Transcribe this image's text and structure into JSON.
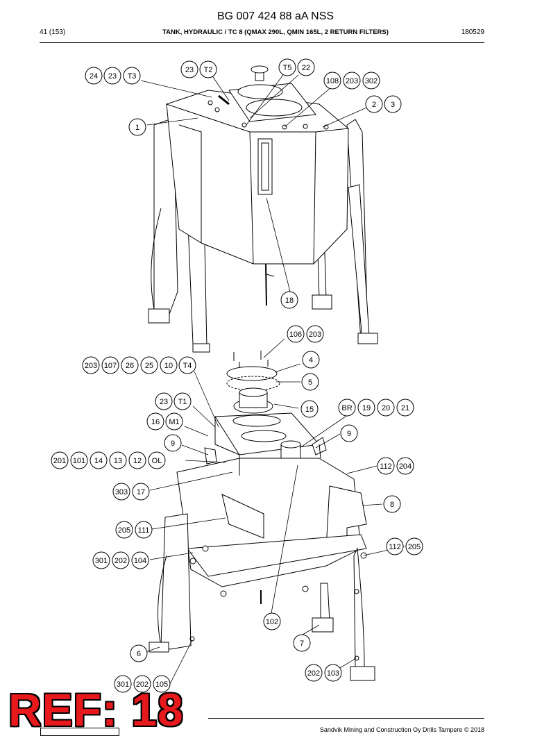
{
  "header": {
    "title": "BG 007 424 88 aA NSS",
    "page": "41 (153)",
    "description": "TANK, HYDRAULIC / TC 8 (QMAX 290L, QMIN 165L, 2 RETURN FILTERS)",
    "date": "180529"
  },
  "footer": {
    "copyright": "Sandvik Mining and Construction Oy Drills Tampere © 2018"
  },
  "stamp": "REF: 18",
  "callouts": {
    "c_24": "24",
    "c_23a": "23",
    "c_T3": "T3",
    "c_23b": "23",
    "c_T2": "T2",
    "c_T5": "T5",
    "c_22": "22",
    "c_108": "108",
    "c_203a": "203",
    "c_302": "302",
    "c_2": "2",
    "c_3": "3",
    "c_1": "1",
    "c_18": "18",
    "c_106": "106",
    "c_203b": "203",
    "c_4": "4",
    "c_5": "5",
    "c_203c": "203",
    "c_107": "107",
    "c_26": "26",
    "c_25": "25",
    "c_10": "10",
    "c_T4": "T4",
    "c_23c": "23",
    "c_T1": "T1",
    "c_15": "15",
    "c_BR": "BR",
    "c_19": "19",
    "c_20": "20",
    "c_21": "21",
    "c_16": "16",
    "c_M1": "M1",
    "c_9a": "9",
    "c_9b": "9",
    "c_201": "201",
    "c_101": "101",
    "c_14": "14",
    "c_13": "13",
    "c_12": "12",
    "c_OL": "OL",
    "c_112a": "112",
    "c_204": "204",
    "c_303": "303",
    "c_17": "17",
    "c_8": "8",
    "c_205a": "205",
    "c_111": "111",
    "c_112b": "112",
    "c_205b": "205",
    "c_301a": "301",
    "c_202a": "202",
    "c_104": "104",
    "c_102": "102",
    "c_7": "7",
    "c_6": "6",
    "c_202b": "202",
    "c_103": "103",
    "c_301b": "301",
    "c_202c": "202",
    "c_105": "105"
  }
}
